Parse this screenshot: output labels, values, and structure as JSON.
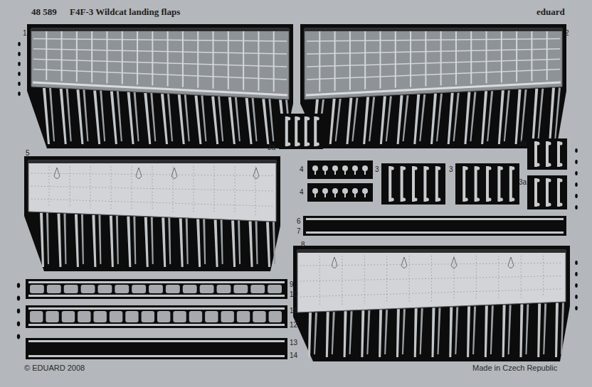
{
  "diagram": {
    "title": "F4F-3 Wildcat landing flaps",
    "labels": [
      "48 589",
      "eduard",
      "1",
      "2",
      "3a",
      "5",
      "4",
      "4",
      "3",
      "3",
      "3a",
      "3a",
      "6",
      "7",
      "9",
      "10",
      "11",
      "12",
      "8",
      "13",
      "14",
      "© EDUARD 2008",
      "Made in Czech Republic"
    ]
  }
}
